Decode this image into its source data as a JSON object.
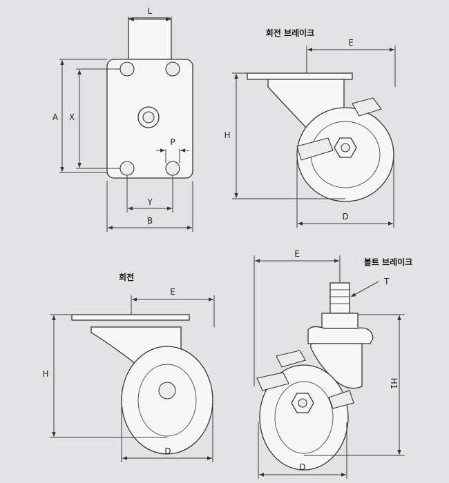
{
  "views": {
    "plate": {
      "labels": {
        "L": "L",
        "A": "A",
        "X": "X",
        "P": "P",
        "Y": "Y",
        "B": "B"
      }
    },
    "brake": {
      "title": "회전 브레이크",
      "labels": {
        "E": "E",
        "H": "H",
        "D": "D"
      }
    },
    "swivel": {
      "title": "회전",
      "labels": {
        "E": "E",
        "H": "H",
        "D": "D"
      }
    },
    "bolt": {
      "title": "볼트 브레이크",
      "labels": {
        "E": "E",
        "T": "T",
        "H1": "H1",
        "D": "D"
      }
    }
  },
  "colors": {
    "background": "#e3e3e5",
    "part_fill": "#f7f7f8",
    "line": "#333333"
  }
}
